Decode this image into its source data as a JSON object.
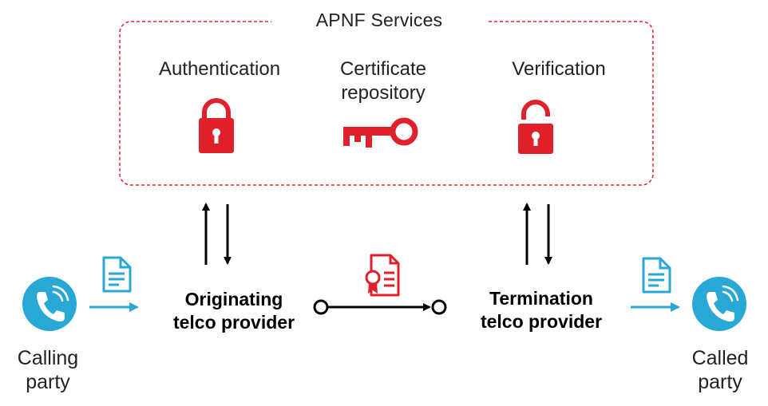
{
  "services_box": {
    "title": "APNF Services",
    "accent_color": "#e0202a",
    "items": [
      {
        "label": "Authentication",
        "icon": "lock-closed-icon"
      },
      {
        "label": "Certificate\nrepository",
        "icon": "key-icon"
      },
      {
        "label": "Verification",
        "icon": "lock-open-icon"
      }
    ]
  },
  "providers": {
    "originating": "Originating\ntelco provider",
    "termination": "Termination\ntelco provider"
  },
  "parties": {
    "calling": "Calling\nparty",
    "called": "Called\nparty"
  },
  "icons": {
    "phone": "phone-icon",
    "document": "document-icon",
    "certificate": "certificate-icon"
  },
  "colors": {
    "red": "#e0202a",
    "blue": "#29a8d6",
    "black": "#000000"
  }
}
